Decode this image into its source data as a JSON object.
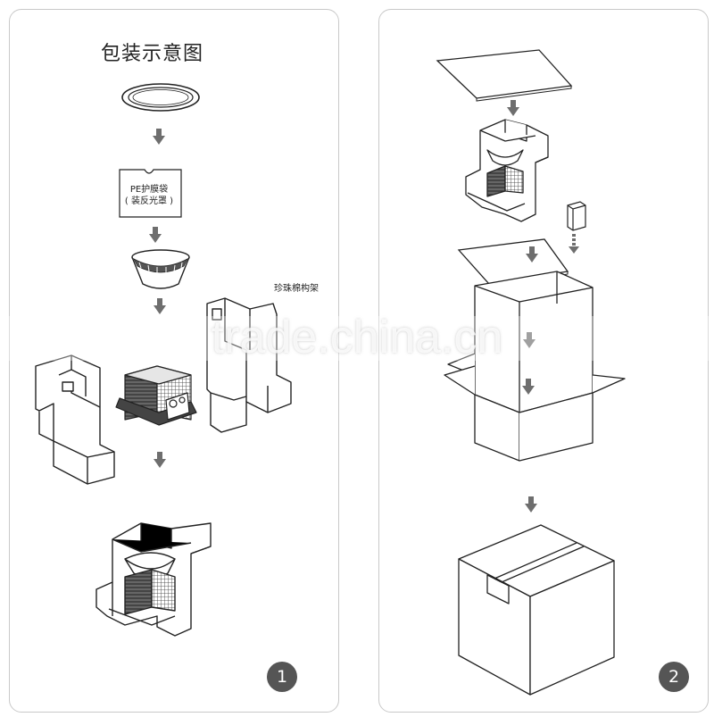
{
  "left_panel": {
    "title": "包装示意图",
    "bag_label_line1": "PE护膜袋",
    "bag_label_line2": "( 装反光罩 )",
    "foam_frame_label": "珍珠棉构架",
    "step_number": "1"
  },
  "right_panel": {
    "step_number": "2"
  },
  "watermark": "trade.china.cn",
  "colors": {
    "stroke": "#222222",
    "arrow": "#6e6e6e",
    "badge": "#555555"
  }
}
